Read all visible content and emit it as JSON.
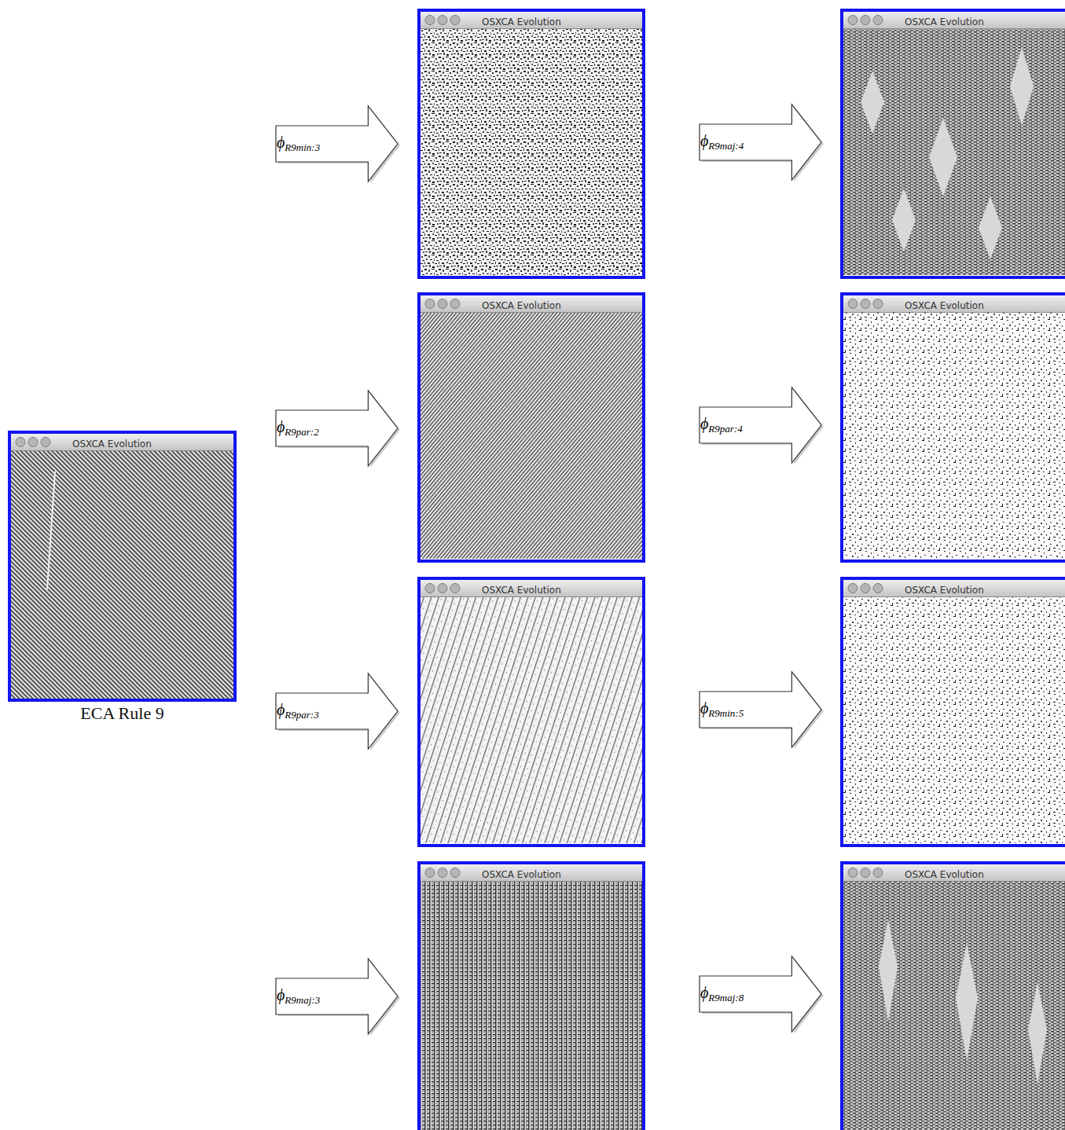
{
  "diagram": {
    "nodes": [
      {
        "text": [
          "OSXCA Evolution",
          "ECA Rule 9"
        ]
      },
      {
        "text": [
          "ϕR9min:3"
        ]
      },
      {
        "text": [
          "OSXCA Evolution"
        ]
      },
      {
        "text": [
          "ϕR9maj:4"
        ]
      },
      {
        "text": [
          "OSXCA Evolution"
        ]
      },
      {
        "text": [
          "ϕR9par:2"
        ]
      },
      {
        "text": [
          "OSXCA Evolution"
        ]
      },
      {
        "text": [
          "ϕR9par:4"
        ]
      },
      {
        "text": [
          "OSXCA Evolution"
        ]
      },
      {
        "text": [
          "ϕR9par:3"
        ]
      },
      {
        "text": [
          "OSXCA Evolution"
        ]
      },
      {
        "text": [
          "ϕR9min:5"
        ]
      },
      {
        "text": [
          "OSXCA Evolution"
        ]
      },
      {
        "text": [
          "ϕR9maj:3"
        ]
      },
      {
        "text": [
          "OSXCA Evolution"
        ]
      },
      {
        "text": [
          "ϕR9maj:8"
        ]
      },
      {
        "text": [
          "OSXCA Evolution"
        ]
      }
    ]
  }
}
